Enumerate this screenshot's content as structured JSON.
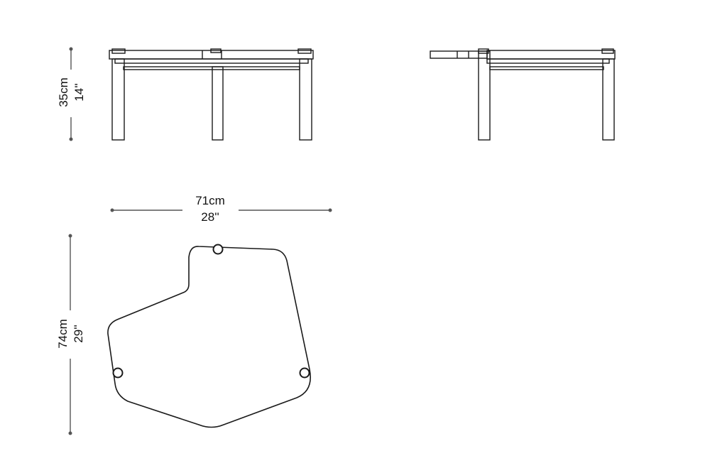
{
  "dimensions": {
    "height": {
      "metric": "35cm",
      "imperial": "14''"
    },
    "width": {
      "metric": "71cm",
      "imperial": "28''"
    },
    "depth": {
      "metric": "74cm",
      "imperial": "29''"
    }
  },
  "colors": {
    "line": "#1a1a1a",
    "dimension_line": "#555555",
    "background": "#ffffff"
  }
}
